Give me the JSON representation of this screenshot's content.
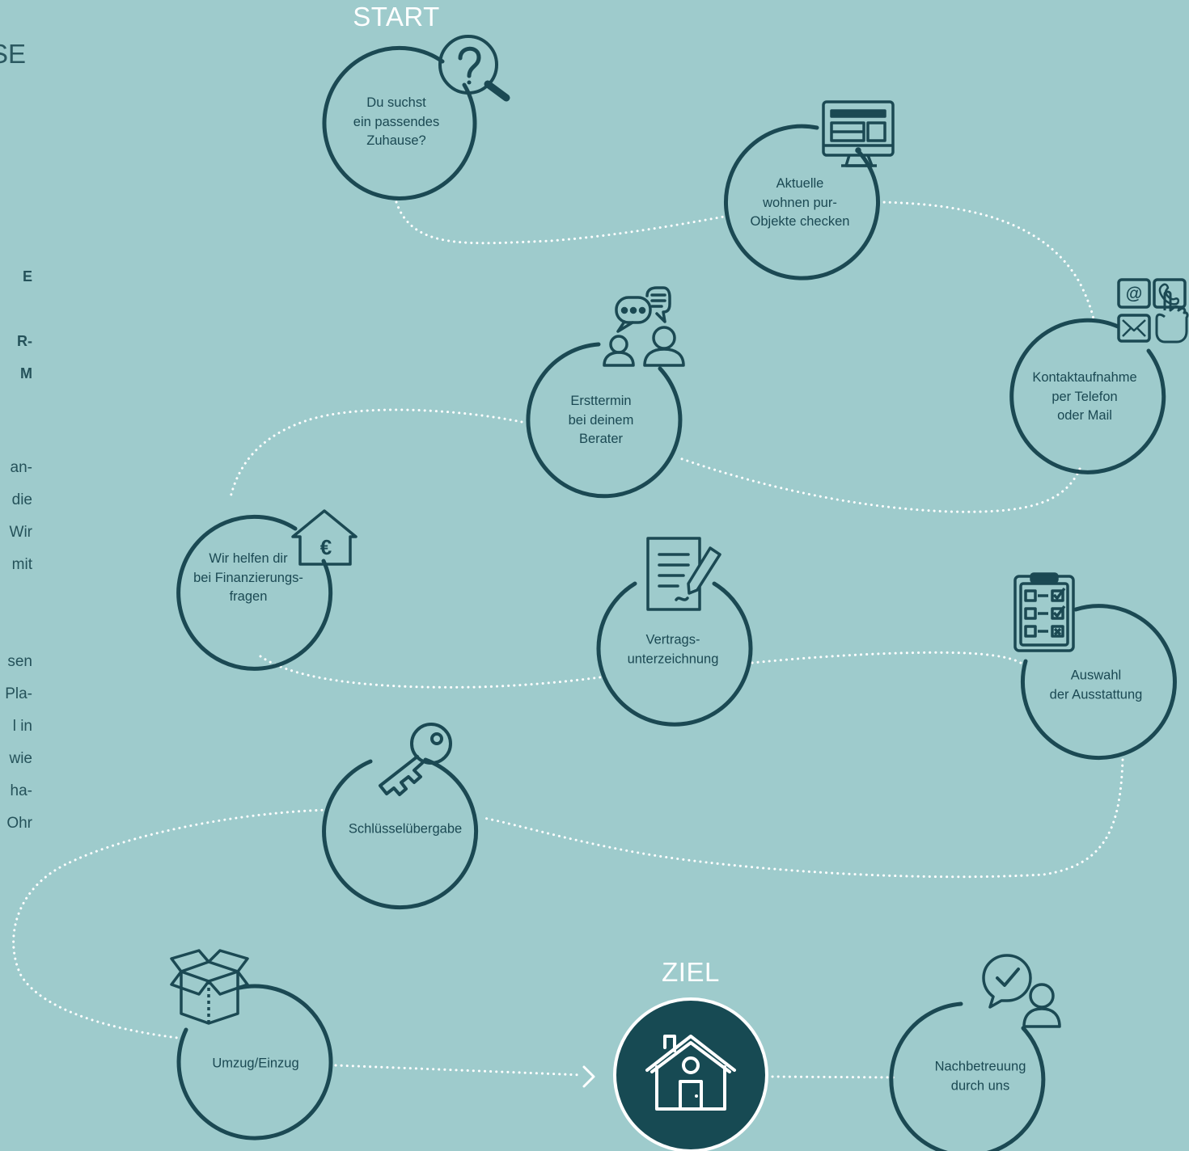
{
  "left_column": {
    "heading_fragment": "SE",
    "bold_fragments": [
      "E",
      "R-",
      "M"
    ],
    "paragraph_1_fragments": [
      "an-",
      "die",
      "Wir",
      "mit"
    ],
    "paragraph_2_fragments": [
      "sen",
      "Pla-",
      "l in",
      "wie",
      "ha-",
      "Ohr"
    ]
  },
  "markers": {
    "start": "START",
    "goal": "ZIEL"
  },
  "steps": [
    {
      "id": "search",
      "label": "Du suchst\nein passendes\nZuhause?",
      "icon": "magnifier-question-icon"
    },
    {
      "id": "objects",
      "label": "Aktuelle\nwohnen pur-\nObjekte checken",
      "icon": "computer-monitor-icon"
    },
    {
      "id": "contact",
      "label": "Kontaktaufnahme\nper Telefon\noder Mail",
      "icon": "contact-channels-icon"
    },
    {
      "id": "appointment",
      "label": "Ersttermin\nbei deinem\nBerater",
      "icon": "conversation-people-icon"
    },
    {
      "id": "finance",
      "label": "Wir helfen dir\nbei Finanzierungs-\nfragen",
      "icon": "house-euro-icon"
    },
    {
      "id": "contract",
      "label": "Vertrags-\nunterzeichnung",
      "icon": "contract-signing-icon"
    },
    {
      "id": "equipment",
      "label": "Auswahl\nder Ausstattung",
      "icon": "checklist-clipboard-icon"
    },
    {
      "id": "keys",
      "label": "Schlüsselübergabe",
      "icon": "key-icon"
    },
    {
      "id": "move",
      "label": "Umzug/Einzug",
      "icon": "moving-box-icon"
    },
    {
      "id": "goal",
      "label": "",
      "icon": "home-icon"
    },
    {
      "id": "aftercare",
      "label": "Nachbetreuung\ndurch uns",
      "icon": "support-person-icon"
    }
  ],
  "colors": {
    "background": "#9ecbcc",
    "circle_stroke": "#1b4953",
    "goal_fill": "#174a53",
    "path_dots": "#ffffff",
    "text": "#1b4953"
  }
}
